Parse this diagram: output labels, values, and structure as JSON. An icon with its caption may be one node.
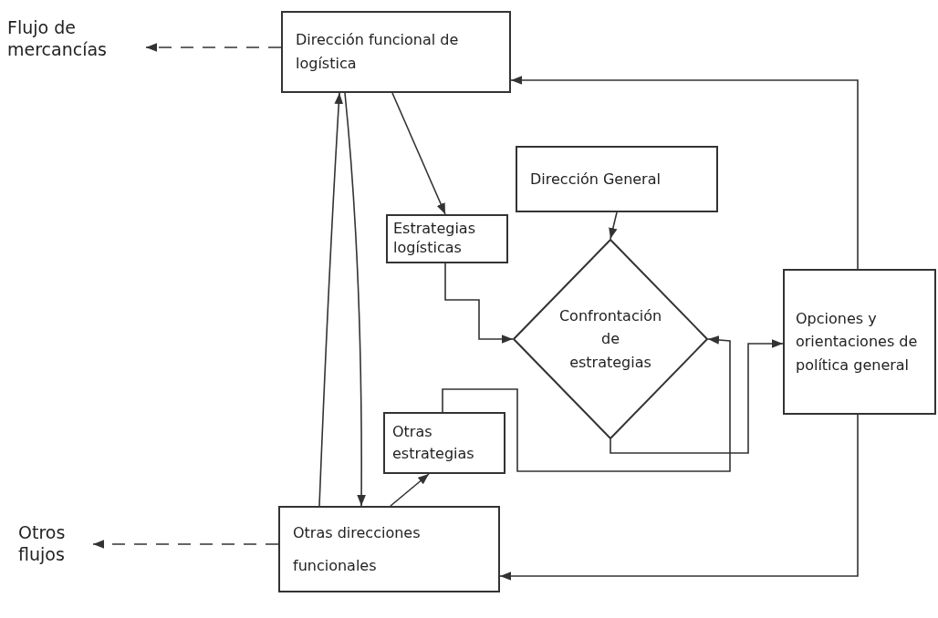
{
  "diagram": {
    "nodes": [
      {
        "text": [
          "Flujo de mercancías"
        ]
      },
      {
        "text": [
          "Dirección funcional de logística"
        ]
      },
      {
        "text": [
          "Estrategias logísticas"
        ]
      },
      {
        "text": [
          "Dirección General"
        ]
      },
      {
        "text": [
          "Confrontación de estrategias"
        ]
      },
      {
        "text": [
          "Opciones y orientaciones de política general"
        ]
      },
      {
        "text": [
          "Otras estrategias"
        ]
      },
      {
        "text": [
          "Otros flujos"
        ]
      },
      {
        "text": [
          "Otras direcciones funcionales"
        ]
      }
    ],
    "edges": [
      {
        "from": 1,
        "to": 0,
        "arrow": "to",
        "style": "dashed"
      },
      {
        "from": 1,
        "to": 2,
        "arrow": "to"
      },
      {
        "from": 3,
        "to": 4,
        "arrow": "to"
      },
      {
        "from": 2,
        "to": 4,
        "arrow": "to"
      },
      {
        "from": 6,
        "to": 4,
        "arrow": "to"
      },
      {
        "from": 4,
        "to": 5,
        "arrow": "to"
      },
      {
        "from": 5,
        "to": 1,
        "arrow": "to"
      },
      {
        "from": 5,
        "to": 8,
        "arrow": "to"
      },
      {
        "from": 8,
        "to": 1,
        "arrow": "to"
      },
      {
        "from": 1,
        "to": 8,
        "arrow": "to"
      },
      {
        "from": 8,
        "to": 6,
        "arrow": "to"
      },
      {
        "from": 8,
        "to": 7,
        "arrow": "to",
        "style": "dashed"
      }
    ]
  }
}
